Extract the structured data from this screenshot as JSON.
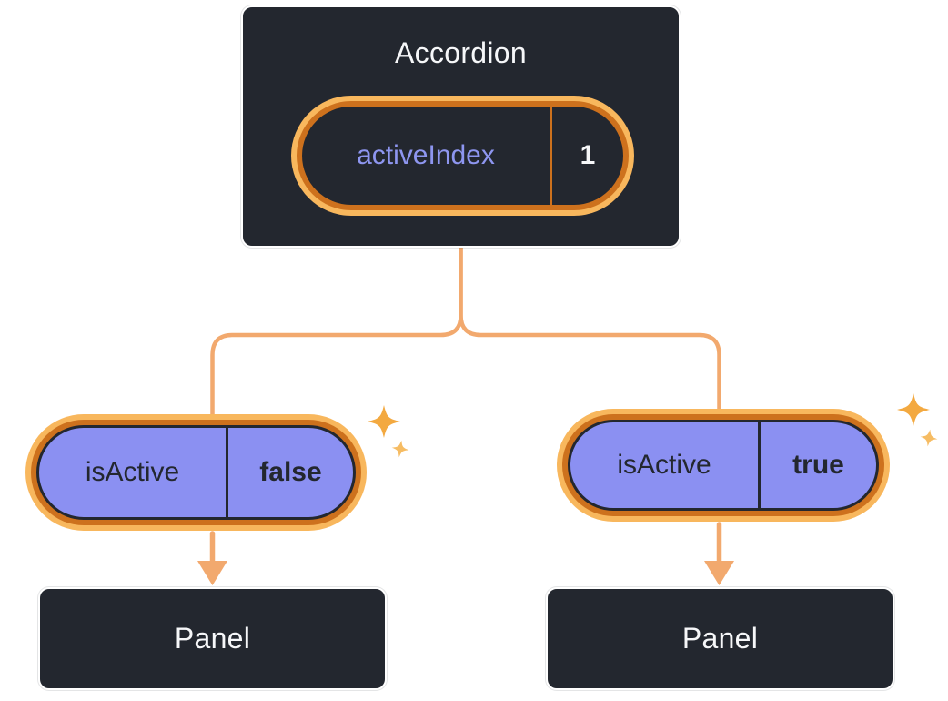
{
  "diagram": {
    "root": {
      "title": "Accordion",
      "state": {
        "label": "activeIndex",
        "value": "1"
      }
    },
    "children": [
      {
        "prop_label": "isActive",
        "prop_value": "false",
        "panel_label": "Panel"
      },
      {
        "prop_label": "isActive",
        "prop_value": "true",
        "panel_label": "Panel"
      }
    ],
    "icons": [
      "sparkle-icon",
      "arrow-down-icon"
    ],
    "colors": {
      "box_background": "#23272f",
      "pill_fill_purple": "#8b90f2",
      "ring_orange_dark": "#cd711d",
      "ring_gold": "#f8b75d",
      "connector_orange": "#f2a96e",
      "sparkle_gold": "#f3a940",
      "text_light": "#f6f7f9",
      "text_dark": "#23272f",
      "state_label_purple": "#8e96f0",
      "page_background": "#ffffff"
    }
  }
}
